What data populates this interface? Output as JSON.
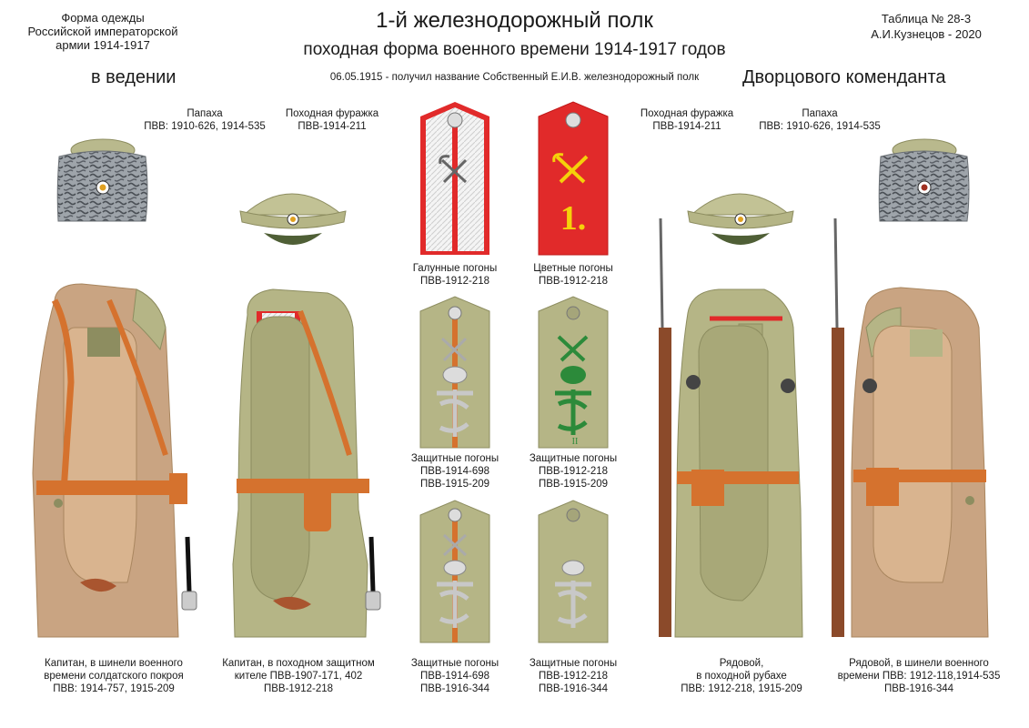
{
  "header": {
    "left": [
      "Форма одежды",
      "Российской императорской",
      "армии  1914-1917"
    ],
    "right": [
      "Таблица № 28-3",
      "А.И.Кузнецов - 2020"
    ],
    "title": "1-й  железнодорожный полк",
    "subtitle": "походная форма военного времени 1914-1917 годов",
    "note": "06.05.1915 - получил название Собственный Е.И.В. железнодорожный полк",
    "patron_left": "в ведении",
    "patron_right": "Дворцового коменданта"
  },
  "headgear": [
    {
      "name": "Папаха",
      "code": "ПВВ: 1910-626, 1914-535"
    },
    {
      "name": "Походная фуражка",
      "code": "ПВВ-1914-211"
    },
    {
      "name": "Походная фуражка",
      "code": "ПВВ-1914-211"
    },
    {
      "name": "Папаха",
      "code": "ПВВ: 1910-626, 1914-535"
    }
  ],
  "shoulder_boards": [
    {
      "lines": [
        "Галунные погоны",
        "ПВВ-1912-218"
      ]
    },
    {
      "lines": [
        "Цветные погоны",
        "ПВВ-1912-218"
      ]
    },
    {
      "lines": [
        "Защитные погоны",
        "ПВВ-1914-698",
        "ПВВ-1915-209"
      ]
    },
    {
      "lines": [
        "Защитные  погоны",
        "ПВВ-1912-218",
        "ПВВ-1915-209"
      ]
    },
    {
      "lines": [
        "Защитные погоны",
        "ПВВ-1914-698",
        "ПВВ-1916-344"
      ]
    },
    {
      "lines": [
        "Защитные  погоны",
        "ПВВ-1912-218",
        "ПВВ-1916-344"
      ]
    }
  ],
  "board_number": "1.",
  "board_rank": "II",
  "figures": [
    {
      "lines": [
        "Капитан, в шинели военного",
        "времени солдатского покроя",
        "ПВВ: 1914-757, 1915-209"
      ]
    },
    {
      "lines": [
        "Капитан, в походном защитном",
        "кителе  ПВВ-1907-171, 402",
        "ПВВ-1912-218"
      ]
    },
    {
      "lines": [
        "Рядовой,",
        "в походной рубахе",
        "ПВВ: 1912-218, 1915-209"
      ]
    },
    {
      "lines": [
        "Рядовой, в шинели военного",
        "времени ПВВ: 1912-118,1914-535",
        "ПВВ-1916-344"
      ]
    }
  ],
  "colors": {
    "khaki": "#b5b586",
    "khaki_dark": "#8d8d60",
    "greatcoat": "#c9a482",
    "greatcoat_dark": "#a9865f",
    "leather": "#d5722e",
    "red": "#e12a2a",
    "papakha": "#9aa0a6",
    "monogram_green": "#2c8a3a",
    "number_yellow": "#f5d10a"
  },
  "icons": [
    "papakha-icon",
    "field-cap-icon",
    "shoulder-board-icon",
    "uniform-figure-icon",
    "rifle-icon"
  ]
}
